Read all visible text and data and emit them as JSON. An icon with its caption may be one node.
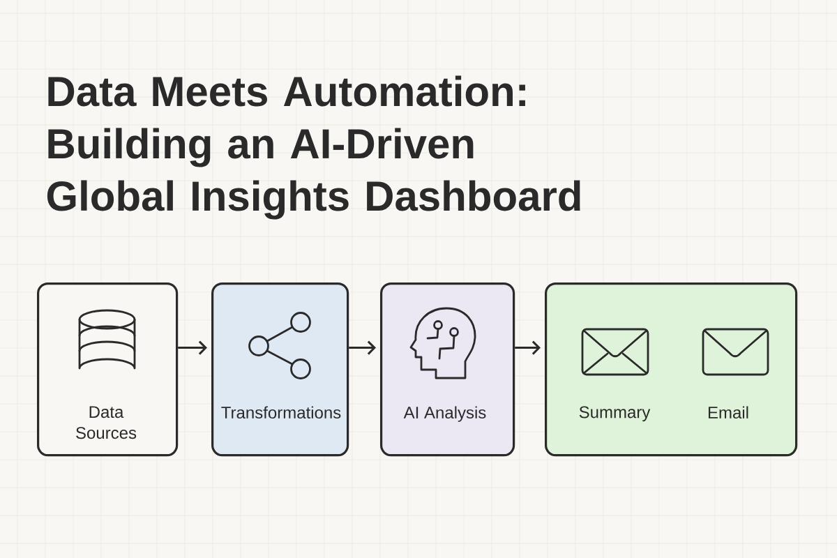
{
  "diagram": {
    "title": "Data Meets Automation: Building an AI-Driven Global Insights Dashboard",
    "nodes": [
      {
        "text": [
          "Data Sources"
        ]
      },
      {
        "text": [
          "Transformations"
        ]
      },
      {
        "text": [
          "AI Analysis"
        ]
      },
      {
        "text": [
          "Summary",
          "Email"
        ]
      }
    ],
    "edges": [
      {
        "from": 0,
        "to": 1,
        "arrow": "to"
      },
      {
        "from": 1,
        "to": 2,
        "arrow": "to"
      },
      {
        "from": 2,
        "to": 3,
        "arrow": "to"
      }
    ]
  }
}
